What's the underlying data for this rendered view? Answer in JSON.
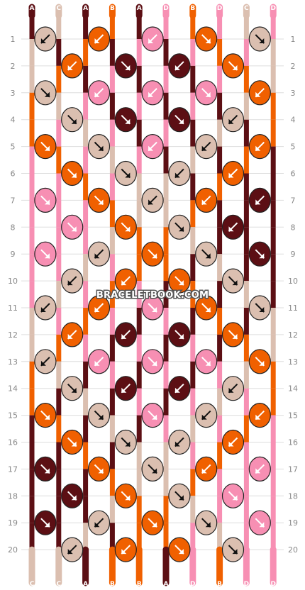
{
  "title": "",
  "watermark": "BRACELETBOOK.COM",
  "colors": {
    "A": "#5c0f14",
    "B": "#f06000",
    "C": "#dbbfb0",
    "D": "#f78fb3"
  },
  "top_strands": [
    "A",
    "C",
    "A",
    "B",
    "A",
    "D",
    "B",
    "D",
    "C",
    "D"
  ],
  "bottom_strands": [
    "C",
    "C",
    "A",
    "B",
    "B",
    "A",
    "D",
    "B",
    "D",
    "D"
  ],
  "row_labels": [
    "1",
    "2",
    "3",
    "4",
    "5",
    "6",
    "7",
    "8",
    "9",
    "10",
    "11",
    "12",
    "13",
    "14",
    "15",
    "16",
    "17",
    "18",
    "19",
    "20"
  ],
  "knots": [
    [
      {
        "c": "C",
        "d": "fl"
      },
      {
        "c": "B",
        "d": "fl"
      },
      {
        "c": "D",
        "d": "fl"
      },
      {
        "c": "B",
        "d": "fr"
      },
      {
        "c": "C",
        "d": "fr"
      }
    ],
    [
      {
        "c": "B",
        "d": "fl"
      },
      {
        "c": "A",
        "d": "fr"
      },
      {
        "c": "A",
        "d": "fl"
      },
      {
        "c": "B",
        "d": "fr"
      }
    ],
    [
      {
        "c": "C",
        "d": "fr"
      },
      {
        "c": "D",
        "d": "fl"
      },
      {
        "c": "D",
        "d": "fl"
      },
      {
        "c": "D",
        "d": "fr"
      },
      {
        "c": "B",
        "d": "fl"
      }
    ],
    [
      {
        "c": "C",
        "d": "fr"
      },
      {
        "c": "A",
        "d": "fr"
      },
      {
        "c": "A",
        "d": "fr"
      },
      {
        "c": "C",
        "d": "fl"
      }
    ],
    [
      {
        "c": "B",
        "d": "fr"
      },
      {
        "c": "C",
        "d": "fr"
      },
      {
        "c": "D",
        "d": "fl"
      },
      {
        "c": "C",
        "d": "fl"
      },
      {
        "c": "B",
        "d": "fl"
      }
    ],
    [
      {
        "c": "B",
        "d": "fr"
      },
      {
        "c": "C",
        "d": "fr"
      },
      {
        "c": "C",
        "d": "fl"
      },
      {
        "c": "B",
        "d": "fl"
      }
    ],
    [
      {
        "c": "D",
        "d": "fr"
      },
      {
        "c": "B",
        "d": "fr"
      },
      {
        "c": "C",
        "d": "fl"
      },
      {
        "c": "B",
        "d": "fl"
      },
      {
        "c": "A",
        "d": "fl"
      }
    ],
    [
      {
        "c": "D",
        "d": "fr"
      },
      {
        "c": "B",
        "d": "fr"
      },
      {
        "c": "C",
        "d": "fr"
      },
      {
        "c": "A",
        "d": "fl"
      }
    ],
    [
      {
        "c": "D",
        "d": "fr"
      },
      {
        "c": "C",
        "d": "fl"
      },
      {
        "c": "B",
        "d": "fr"
      },
      {
        "c": "C",
        "d": "fr"
      },
      {
        "c": "A",
        "d": "fr"
      }
    ],
    [
      {
        "c": "C",
        "d": "fl"
      },
      {
        "c": "B",
        "d": "fl"
      },
      {
        "c": "B",
        "d": "fr"
      },
      {
        "c": "C",
        "d": "fr"
      }
    ],
    [
      {
        "c": "C",
        "d": "fl"
      },
      {
        "c": "B",
        "d": "fl"
      },
      {
        "c": "D",
        "d": "fr"
      },
      {
        "c": "B",
        "d": "fr"
      },
      {
        "c": "C",
        "d": "fr"
      }
    ],
    [
      {
        "c": "B",
        "d": "fl"
      },
      {
        "c": "A",
        "d": "fl"
      },
      {
        "c": "A",
        "d": "fr"
      },
      {
        "c": "B",
        "d": "fr"
      }
    ],
    [
      {
        "c": "C",
        "d": "fl"
      },
      {
        "c": "D",
        "d": "fl"
      },
      {
        "c": "D",
        "d": "fr"
      },
      {
        "c": "D",
        "d": "fr"
      },
      {
        "c": "B",
        "d": "fr"
      }
    ],
    [
      {
        "c": "C",
        "d": "fr"
      },
      {
        "c": "A",
        "d": "fl"
      },
      {
        "c": "A",
        "d": "fl"
      },
      {
        "c": "C",
        "d": "fl"
      }
    ],
    [
      {
        "c": "B",
        "d": "fr"
      },
      {
        "c": "C",
        "d": "fr"
      },
      {
        "c": "D",
        "d": "fr"
      },
      {
        "c": "C",
        "d": "fl"
      },
      {
        "c": "B",
        "d": "fl"
      }
    ],
    [
      {
        "c": "B",
        "d": "fr"
      },
      {
        "c": "C",
        "d": "fr"
      },
      {
        "c": "C",
        "d": "fl"
      },
      {
        "c": "B",
        "d": "fl"
      }
    ],
    [
      {
        "c": "A",
        "d": "fr"
      },
      {
        "c": "B",
        "d": "fr"
      },
      {
        "c": "C",
        "d": "fr"
      },
      {
        "c": "B",
        "d": "fl"
      },
      {
        "c": "D",
        "d": "fl"
      }
    ],
    [
      {
        "c": "A",
        "d": "fr"
      },
      {
        "c": "B",
        "d": "fr"
      },
      {
        "c": "C",
        "d": "fr"
      },
      {
        "c": "D",
        "d": "fr"
      }
    ],
    [
      {
        "c": "A",
        "d": "fr"
      },
      {
        "c": "C",
        "d": "fl"
      },
      {
        "c": "B",
        "d": "fr"
      },
      {
        "c": "C",
        "d": "fr"
      },
      {
        "c": "D",
        "d": "fr"
      }
    ],
    [
      {
        "c": "C",
        "d": "fl"
      },
      {
        "c": "B",
        "d": "fl"
      },
      {
        "c": "B",
        "d": "fr"
      },
      {
        "c": "C",
        "d": "fr"
      }
    ]
  ]
}
